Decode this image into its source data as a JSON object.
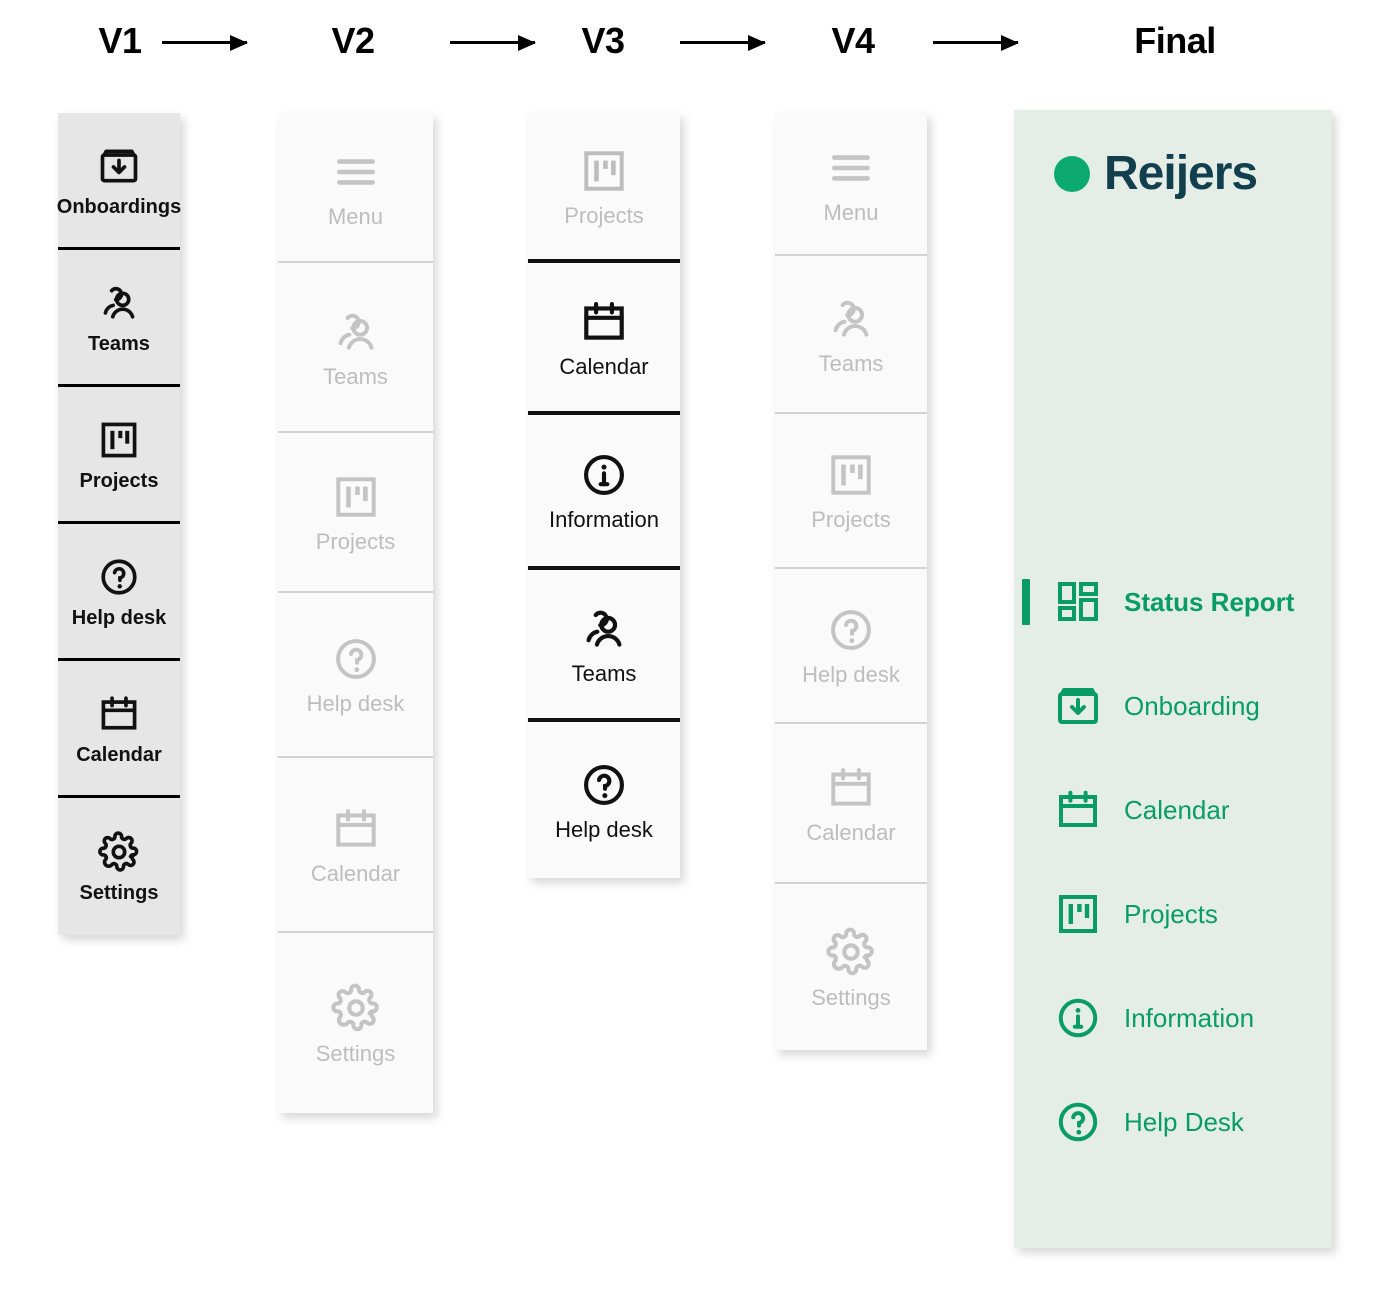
{
  "header": {
    "steps": [
      "V1",
      "V2",
      "V3",
      "V4",
      "Final"
    ],
    "arrow_name": "arrow-right"
  },
  "colors": {
    "v1_bg": "#e6e6e6",
    "ghost_bg": "#fafafa",
    "muted_text": "#bdbdbd",
    "dark_text": "#111111",
    "final_bg": "#e4eee6",
    "brand_green": "#0ca96f",
    "brand_navy": "#123f4e",
    "accent_green": "#0a9c67"
  },
  "versions": [
    {
      "id": "v1",
      "title": "V1",
      "items": [
        {
          "label": "Onboardings",
          "icon": "onboarding-icon",
          "muted": false
        },
        {
          "label": "Teams",
          "icon": "teams-icon",
          "muted": false
        },
        {
          "label": "Projects",
          "icon": "projects-icon",
          "muted": false
        },
        {
          "label": "Help desk",
          "icon": "help-icon",
          "muted": false
        },
        {
          "label": "Calendar",
          "icon": "calendar-icon",
          "muted": false
        },
        {
          "label": "Settings",
          "icon": "settings-icon",
          "muted": false
        }
      ]
    },
    {
      "id": "v2",
      "title": "V2",
      "items": [
        {
          "label": "Menu",
          "icon": "hamburger-icon",
          "muted": true
        },
        {
          "label": "Teams",
          "icon": "teams-icon",
          "muted": true
        },
        {
          "label": "Projects",
          "icon": "projects-icon",
          "muted": true
        },
        {
          "label": "Help desk",
          "icon": "help-icon",
          "muted": true
        },
        {
          "label": "Calendar",
          "icon": "calendar-icon",
          "muted": true
        },
        {
          "label": "Settings",
          "icon": "settings-icon",
          "muted": true
        }
      ]
    },
    {
      "id": "v3",
      "title": "V3",
      "items": [
        {
          "label": "Projects",
          "icon": "projects-icon",
          "muted": true
        },
        {
          "label": "Calendar",
          "icon": "calendar-icon",
          "muted": false
        },
        {
          "label": "Information",
          "icon": "information-icon",
          "muted": false
        },
        {
          "label": "Teams",
          "icon": "teams-icon",
          "muted": false
        },
        {
          "label": "Help desk",
          "icon": "help-icon",
          "muted": false
        }
      ]
    },
    {
      "id": "v4",
      "title": "V4",
      "items": [
        {
          "label": "Menu",
          "icon": "hamburger-icon",
          "muted": true
        },
        {
          "label": "Teams",
          "icon": "teams-icon",
          "muted": true
        },
        {
          "label": "Projects",
          "icon": "projects-icon",
          "muted": true
        },
        {
          "label": "Help desk",
          "icon": "help-icon",
          "muted": true
        },
        {
          "label": "Calendar",
          "icon": "calendar-icon",
          "muted": true
        },
        {
          "label": "Settings",
          "icon": "settings-icon",
          "muted": true
        }
      ]
    }
  ],
  "final": {
    "title": "Final",
    "brand": {
      "name": "Reijers",
      "mark": "circle-logo-mark"
    },
    "items": [
      {
        "label": "Status Report",
        "icon": "grid-dashboard-icon",
        "active": true
      },
      {
        "label": "Onboarding",
        "icon": "onboarding-icon",
        "active": false
      },
      {
        "label": "Calendar",
        "icon": "calendar-icon",
        "active": false
      },
      {
        "label": "Projects",
        "icon": "projects-icon",
        "active": false
      },
      {
        "label": "Information",
        "icon": "information-icon",
        "active": false
      },
      {
        "label": "Help Desk",
        "icon": "help-icon",
        "active": false
      }
    ]
  }
}
